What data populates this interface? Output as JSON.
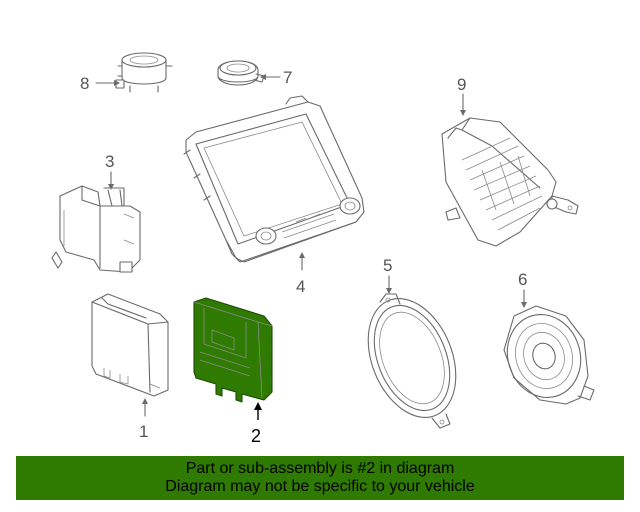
{
  "callouts": {
    "c1": "1",
    "c2": "2",
    "c3": "3",
    "c4": "4",
    "c5": "5",
    "c6": "6",
    "c7": "7",
    "c8": "8",
    "c9": "9"
  },
  "highlight_color": "#2f7a00",
  "banner": {
    "line1": "Part or sub-assembly is #2 in diagram",
    "line2": "Diagram may not be specific to your vehicle"
  }
}
